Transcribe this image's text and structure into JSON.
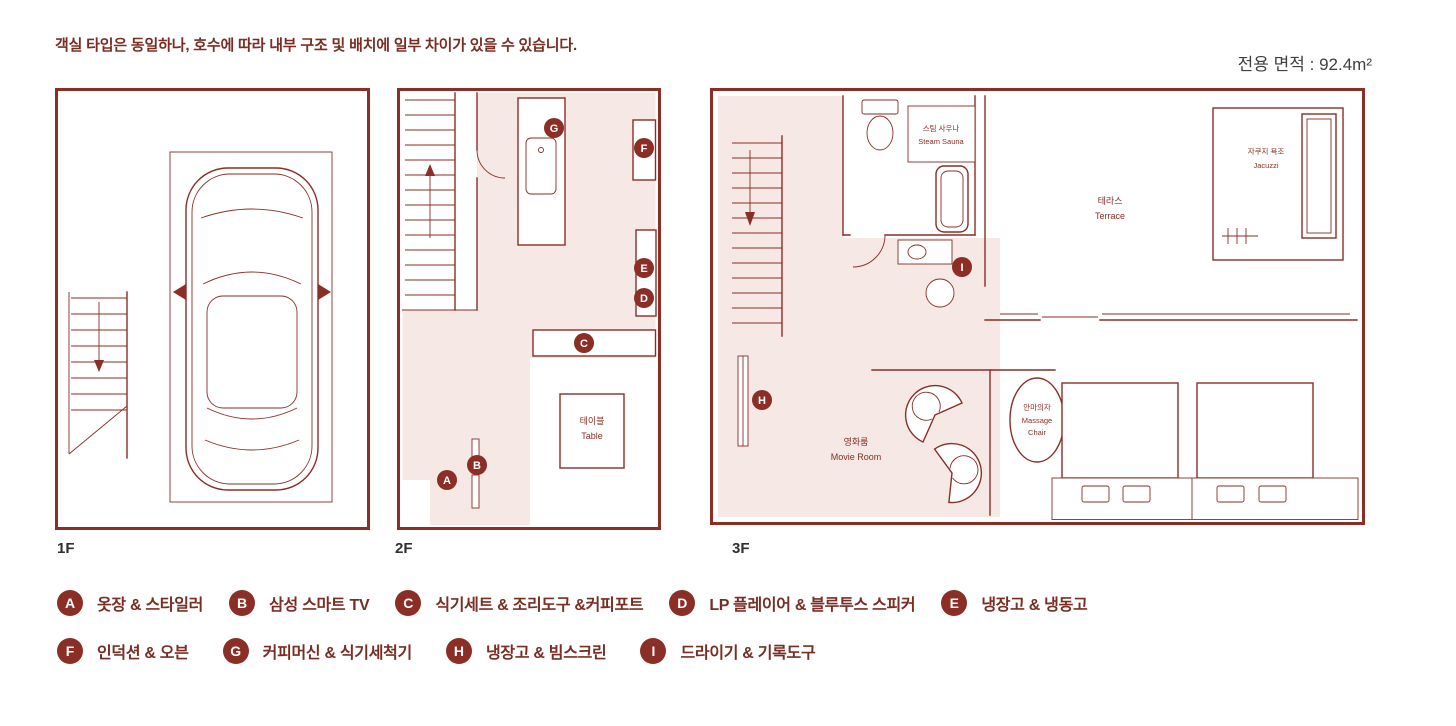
{
  "header": {
    "disclaimer": "객실 타입은 동일하나, 호수에 따라 내부 구조 및 배치에 일부 차이가 있을 수 있습니다.",
    "area": "전용 면적 : 92.4m²"
  },
  "floors": {
    "f1": {
      "label": "1F"
    },
    "f2": {
      "label": "2F",
      "table_ko": "테이블",
      "table_en": "Table",
      "markers": {
        "a": "A",
        "b": "B",
        "c": "C",
        "d": "D",
        "e": "E",
        "f": "F",
        "g": "G"
      }
    },
    "f3": {
      "label": "3F",
      "sauna_ko": "스팀 사우나",
      "sauna_en": "Steam Sauna",
      "terrace_ko": "테라스",
      "terrace_en": "Terrace",
      "jacuzzi_ko": "자쿠지 욕조",
      "jacuzzi_en": "Jacuzzi",
      "massage_ko": "안마의자",
      "massage_en1": "Massage",
      "massage_en2": "Chair",
      "movie_ko": "영화룸",
      "movie_en": "Movie Room",
      "markers": {
        "h": "H",
        "i": "I"
      }
    }
  },
  "legend": {
    "row1": [
      {
        "letter": "A",
        "label": "옷장 & 스타일러"
      },
      {
        "letter": "B",
        "label": "삼성 스마트 TV"
      },
      {
        "letter": "C",
        "label": "식기세트 & 조리도구 &커피포트"
      },
      {
        "letter": "D",
        "label": "LP 플레이어 & 블루투스 스피커"
      },
      {
        "letter": "E",
        "label": "냉장고 & 냉동고"
      }
    ],
    "row2": [
      {
        "letter": "F",
        "label": "인덕션 & 오븐"
      },
      {
        "letter": "G",
        "label": "커피머신 & 식기세척기"
      },
      {
        "letter": "H",
        "label": "냉장고 & 빔스크린"
      },
      {
        "letter": "I",
        "label": "드라이기 & 기록도구"
      }
    ]
  },
  "colors": {
    "line": "#8a2e26",
    "pink_fill": "#f6e8e4",
    "badge": "#8a2e26",
    "text_maroon": "#7a2e23"
  }
}
